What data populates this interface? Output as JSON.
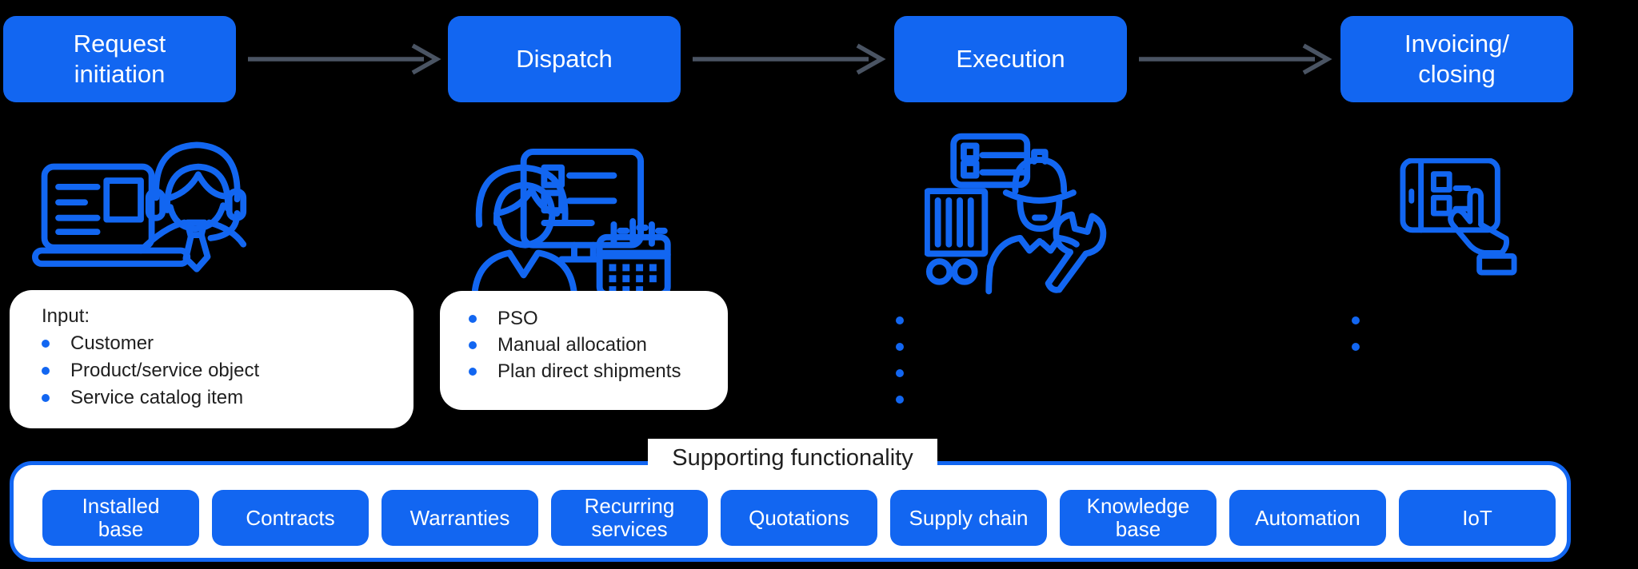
{
  "colors": {
    "accent": "#1266F1",
    "arrow": "#4A5463",
    "panel_bg": "#FFFFFF",
    "text": "#1F1F1F",
    "background": "#000000"
  },
  "stages": [
    {
      "label": "Request\ninitiation"
    },
    {
      "label": "Dispatch"
    },
    {
      "label": "Execution"
    },
    {
      "label": "Invoicing/\nclosing"
    }
  ],
  "icons": [
    {
      "name": "support-agent-icon"
    },
    {
      "name": "dispatcher-icon"
    },
    {
      "name": "field-worker-icon"
    },
    {
      "name": "invoice-tablet-icon"
    }
  ],
  "request_card": {
    "heading": "Input:",
    "items": [
      "Customer",
      "Product/service object",
      "Service catalog item"
    ]
  },
  "dispatch_card": {
    "items": [
      "PSO",
      "Manual allocation",
      "Plan direct shipments"
    ]
  },
  "execution_list": {
    "items": [
      "",
      "",
      "",
      ""
    ]
  },
  "invoicing_list": {
    "items": [
      "",
      ""
    ]
  },
  "supporting": {
    "title": "Supporting functionality",
    "buttons": [
      {
        "label": "Installed\nbase"
      },
      {
        "label": "Contracts"
      },
      {
        "label": "Warranties"
      },
      {
        "label": "Recurring\nservices"
      },
      {
        "label": "Quotations"
      },
      {
        "label": "Supply chain"
      },
      {
        "label": "Knowledge\nbase"
      },
      {
        "label": "Automation"
      },
      {
        "label": "IoT"
      }
    ]
  }
}
